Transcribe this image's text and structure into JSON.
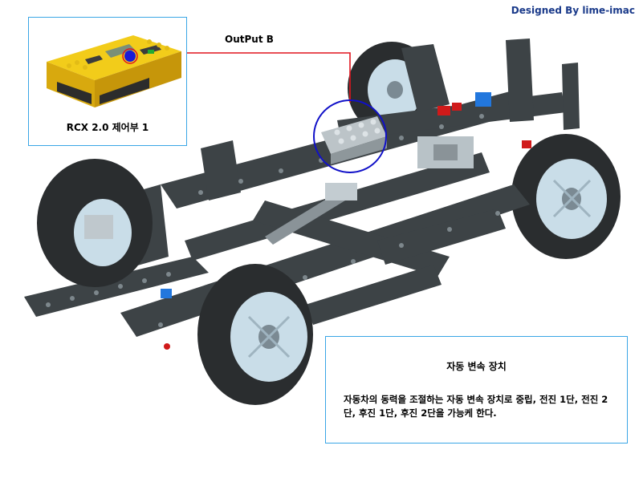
{
  "credit": "Designed By lime-imac",
  "rcx": {
    "caption": "RCX 2.0 제어부 1"
  },
  "connector": {
    "label": "OutPut B",
    "color": "#e0141e"
  },
  "highlight_color": "#1010c8",
  "info": {
    "title": "자동 변속 장치",
    "description": "자동차의 동력을 조절하는 자동 변속 장치로 중립, 전진 1단, 전진 2단, 후진 1단, 후진 2단을 가능케 한다."
  },
  "colors": {
    "box_border": "#3aa6e6",
    "rcx_yellow": "#f2cc1a",
    "chassis": "#3d4346",
    "tire": "#2a2d2f",
    "hub": "#c9dde8"
  }
}
